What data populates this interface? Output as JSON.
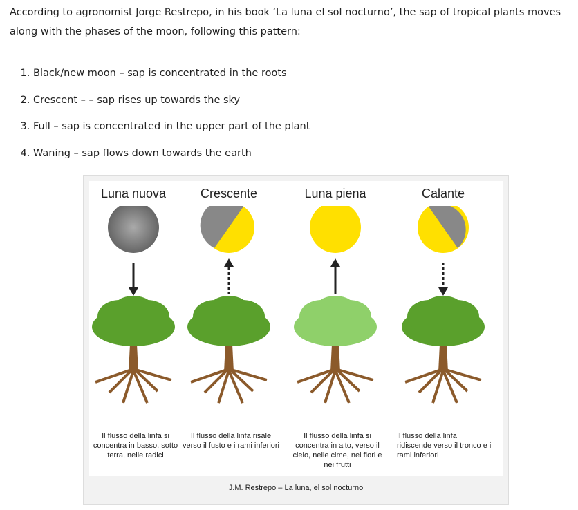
{
  "intro": "According to agronomist Jorge Restrepo, in his book ‘La luna el sol nocturno’, the sap of tropical plants moves along with the phases of the moon, following this pattern:",
  "list": [
    "Black/new moon – sap is concentrated in the roots",
    "Crescent – – sap rises up towards the sky",
    "Full – sap is concentrated in the upper part of the plant",
    "Waning – sap flows down towards the earth"
  ],
  "figure": {
    "phases": [
      {
        "title": "Luna nuova",
        "caption": "Il flusso della linfa si concentra in basso, sotto terra, nelle radici"
      },
      {
        "title": "Crescente",
        "caption": "Il flusso della linfa risale verso il fusto e i rami inferiori"
      },
      {
        "title": "Luna piena",
        "caption": "Il flusso della linfa si concentra in alto, verso il cielo, nelle cime, nei fiori e nei frutti"
      },
      {
        "title": "Calante",
        "caption": "Il flusso della linfa ridiscende verso il tronco e i rami inferiori"
      }
    ],
    "credit": "J.M. Restrepo – La luna, el sol nocturno"
  },
  "colors": {
    "moon_yellow": "#ffe000",
    "moon_gray": "#8a8a8a",
    "foliage": "#5aa02c",
    "trunk": "#8b5a2b"
  }
}
